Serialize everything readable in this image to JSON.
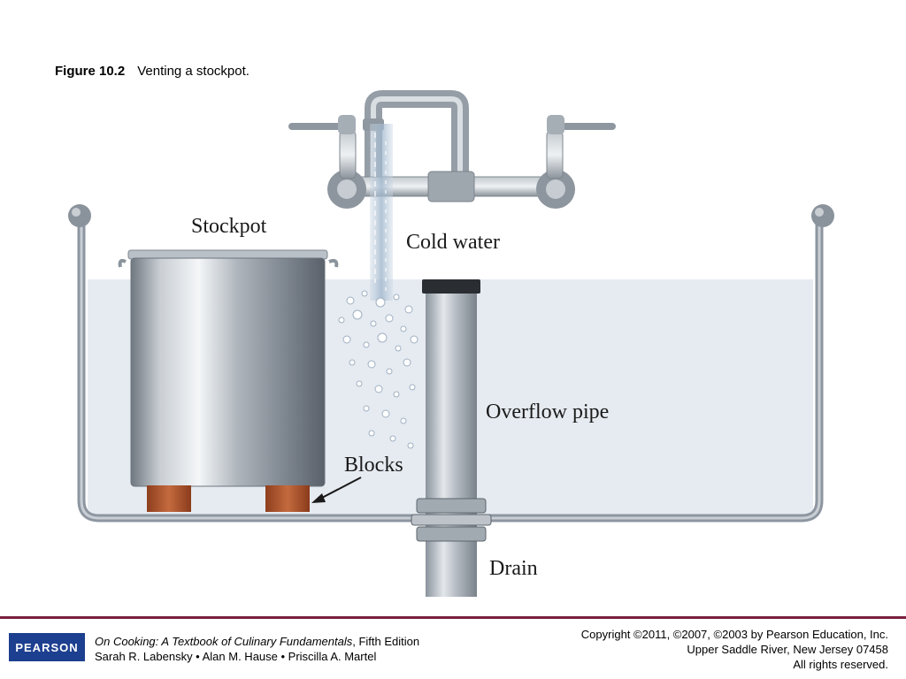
{
  "figure": {
    "number": "Figure 10.2",
    "caption": "Venting a stockpot."
  },
  "diagram": {
    "labels": {
      "stockpot": "Stockpot",
      "cold_water": "Cold water",
      "overflow_pipe": "Overflow pipe",
      "blocks": "Blocks",
      "drain": "Drain"
    },
    "colors": {
      "water": "#e6ebf1",
      "metal": "#9aa3ad",
      "blocks": "#b05a33",
      "pipe_cap": "#2a2e33"
    }
  },
  "footer": {
    "logo_text": "PEARSON",
    "book_title": "On Cooking: A Textbook of Culinary Fundamentals",
    "edition": ", Fifth Edition",
    "authors": "Sarah R. Labensky • Alan M. Hause • Priscilla A. Martel",
    "copyright": "Copyright ©2011, ©2007, ©2003 by Pearson Education, Inc.",
    "address": "Upper Saddle River, New Jersey 07458",
    "rights": "All rights reserved."
  }
}
